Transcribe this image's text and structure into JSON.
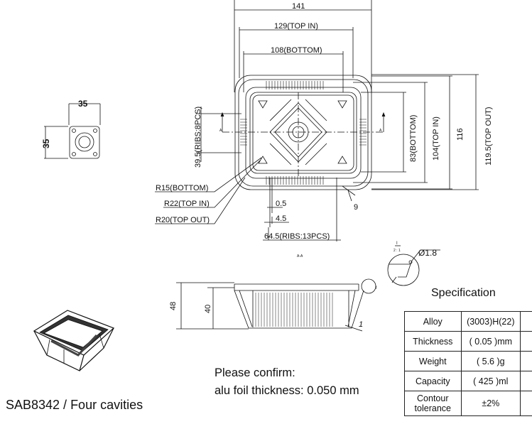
{
  "top_view": {
    "dims": {
      "overall_width": "141",
      "top_in_width": "129(TOP IN)",
      "bottom_width": "108(BOTTOM)",
      "bottom_depth": "83(BOTTOM)",
      "top_in_depth": "104(TOP IN)",
      "depth_116": "116",
      "top_out_depth": "119.5(TOP OUT)",
      "side_ribs": "39.5(RIBS:8PCS)",
      "r15": "R15(BOTTOM)",
      "r22": "R22(TOP IN)",
      "r20": "R20(TOP OUT)",
      "rib_gap": "0.5",
      "rib_pitch": "4.5",
      "front_ribs": "64.5(RIBS:13PCS)",
      "corner": "9",
      "section_mark": "A"
    }
  },
  "small_view": {
    "width": "35",
    "height": "35"
  },
  "section": {
    "label": "A-A",
    "height_total": "48",
    "height_inner": "40",
    "wall_angle": "1",
    "detail_mark": "I",
    "detail_scale": "2 : 1",
    "curl_diameter": "Ø1.8"
  },
  "spec": {
    "title": "Specification",
    "rows": [
      {
        "key": "Alloy",
        "value": "(3003)H(22)"
      },
      {
        "key": "Thickness",
        "value": "( 0.05 )mm"
      },
      {
        "key": "Weight",
        "value": "(  5.6  )g"
      },
      {
        "key": "Capacity",
        "value": "( 425 )ml"
      },
      {
        "key": "Contour tolerance",
        "value": "±2%"
      }
    ]
  },
  "notes": {
    "line1": "Please confirm:",
    "line2": "alu foil thickness: 0.050 mm"
  },
  "caption": "SAB8342 / Four cavities"
}
